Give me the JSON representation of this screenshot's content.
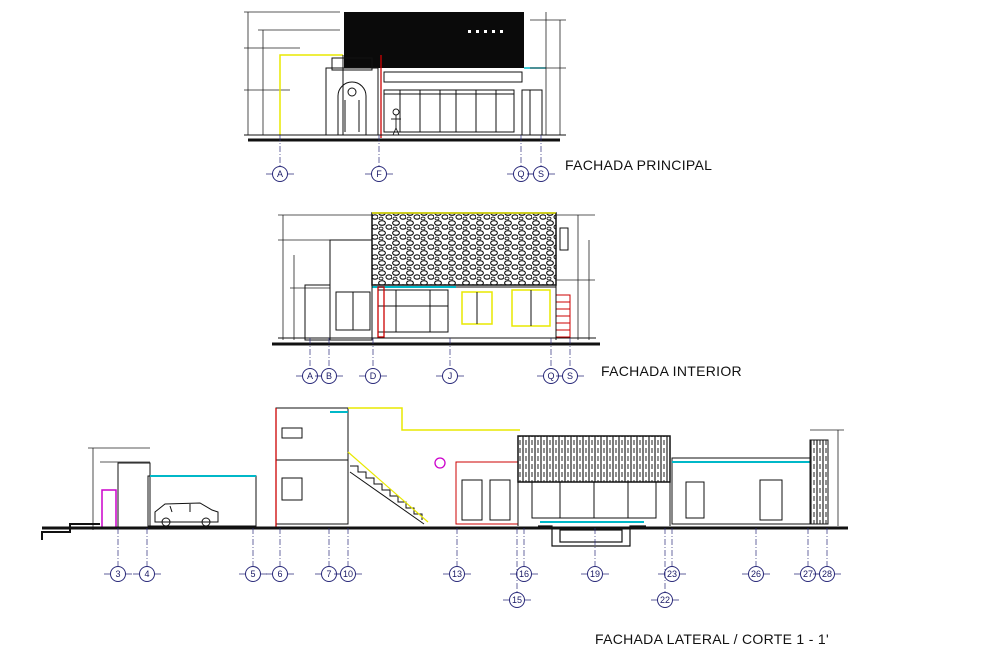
{
  "titles": {
    "principal": "FACHADA PRINCIPAL",
    "interior": "FACHADA INTERIOR",
    "lateral": "FACHADA LATERAL / CORTE 1 - 1'"
  },
  "axes": {
    "principal": [
      "A",
      "F",
      "Q",
      "S"
    ],
    "interior": [
      "A",
      "B",
      "D",
      "J",
      "Q",
      "S"
    ],
    "lateral_top": [
      "3",
      "4",
      "5",
      "6",
      "7",
      "10",
      "13",
      "16",
      "19",
      "23",
      "26",
      "27",
      "28"
    ],
    "lateral_bottom": [
      "15",
      "22"
    ]
  },
  "colors": {
    "line": "#111111",
    "grid": "#2a2a7a",
    "dim": "#222222",
    "red": "#cc0000",
    "magenta": "#cc00cc",
    "yellow": "#e8e800",
    "cyan": "#00b8c8",
    "fill_dark": "#0a0a0a"
  }
}
